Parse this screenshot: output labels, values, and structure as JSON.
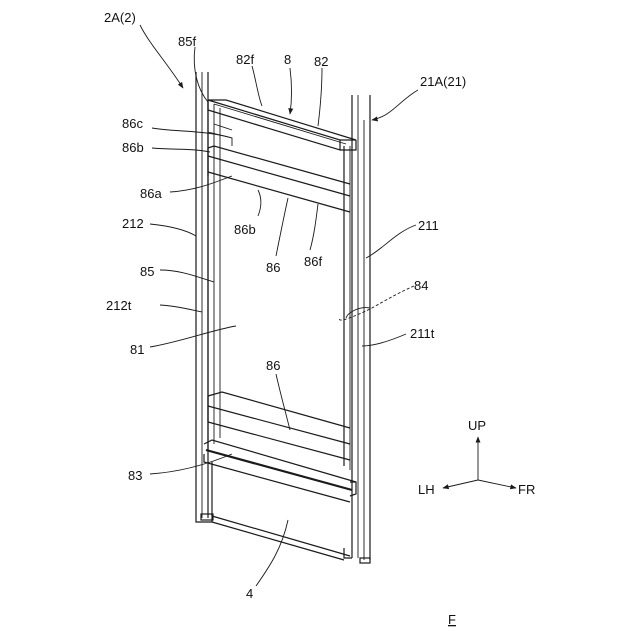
{
  "labels": {
    "l_2A": "2A(2)",
    "l_85f": "85f",
    "l_82f": "82f",
    "l_8": "8",
    "l_82": "82",
    "l_21A": "21A(21)",
    "l_86c": "86c",
    "l_86b_top": "86b",
    "l_86a": "86a",
    "l_86b_mid": "86b",
    "l_86_top": "86",
    "l_86f": "86f",
    "l_212": "212",
    "l_211": "211",
    "l_85": "85",
    "l_84": "84",
    "l_212t": "212t",
    "l_211t": "211t",
    "l_81": "81",
    "l_86_bottom": "86",
    "l_83": "83",
    "l_4": "4",
    "l_F": "F"
  },
  "axes": {
    "up": "UP",
    "lh": "LH",
    "fr": "FR"
  }
}
